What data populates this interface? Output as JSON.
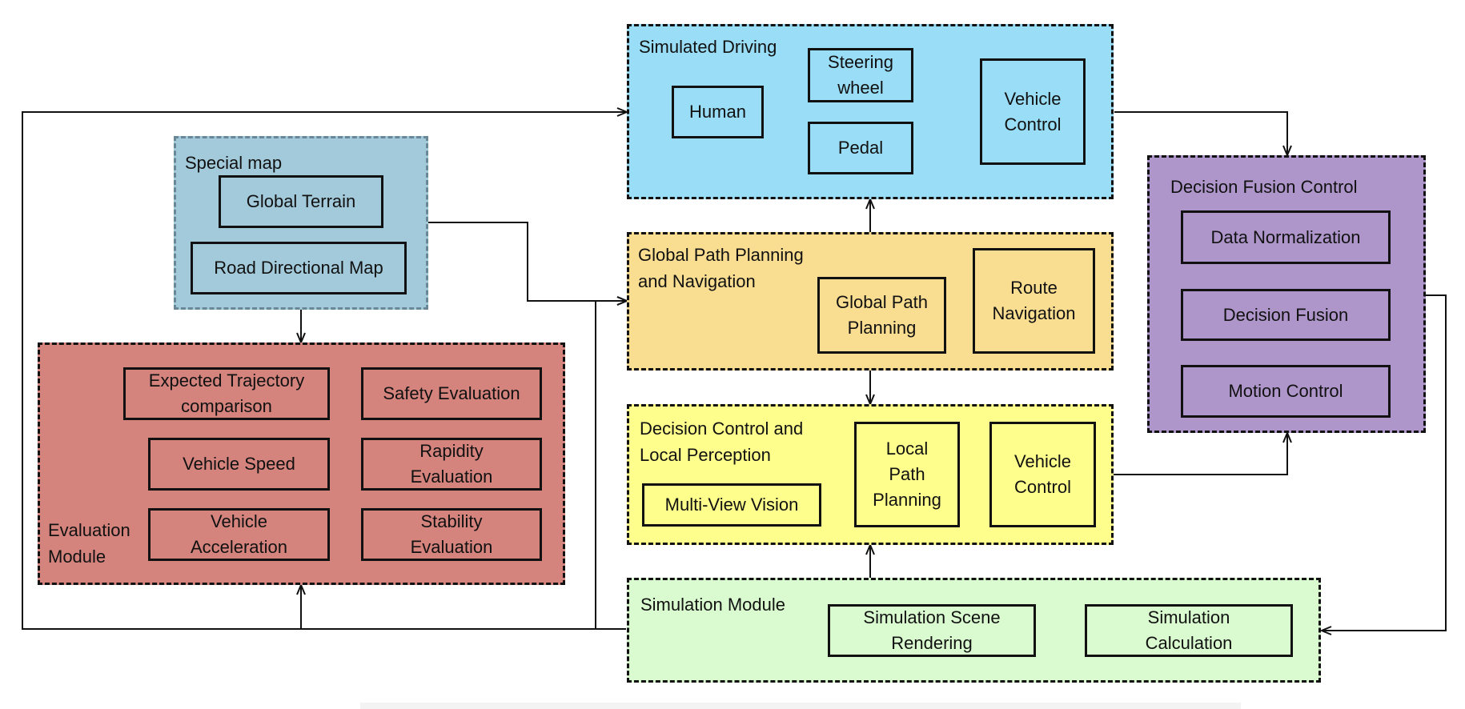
{
  "colors": {
    "special_map": "#a3cadb",
    "evaluation": "#d4837d",
    "simulated_driving": "#99ddf6",
    "global_path": "#f9dd91",
    "decision_control": "#fefe8c",
    "simulation": "#d9fbcf",
    "fusion": "#ae96cb",
    "line": "#111111"
  },
  "groups": {
    "special_map": {
      "title": "Special map"
    },
    "evaluation": {
      "title": "Evaluation\nModule"
    },
    "simulated_driving": {
      "title": "Simulated Driving"
    },
    "global_path": {
      "title": "Global Path Planning\nand Navigation"
    },
    "decision_control": {
      "title": "Decision Control and\nLocal Perception"
    },
    "simulation": {
      "title": "Simulation Module"
    },
    "fusion": {
      "title": "Decision Fusion Control"
    }
  },
  "boxes": {
    "global_terrain": "Global Terrain",
    "road_directional_map": "Road Directional Map",
    "expected_trajectory": "Expected Trajectory\ncomparison",
    "safety_evaluation": "Safety Evaluation",
    "vehicle_speed": "Vehicle Speed",
    "rapidity_evaluation": "Rapidity\nEvaluation",
    "vehicle_acceleration": "Vehicle\nAcceleration",
    "stability_evaluation": "Stability\nEvaluation",
    "human": "Human",
    "steering_wheel": "Steering\nwheel",
    "pedal": "Pedal",
    "vehicle_control_sim": "Vehicle\nControl",
    "global_path_planning": "Global Path\nPlanning",
    "route_navigation": "Route\nNavigation",
    "multi_view_vision": "Multi-View Vision",
    "local_path_planning": "Local\nPath\nPlanning",
    "vehicle_control_local": "Vehicle\nControl",
    "simulation_scene_rendering": "Simulation Scene\nRendering",
    "simulation_calculation": "Simulation\nCalculation",
    "data_normalization": "Data Normalization",
    "decision_fusion": "Decision Fusion",
    "motion_control": "Motion Control"
  }
}
